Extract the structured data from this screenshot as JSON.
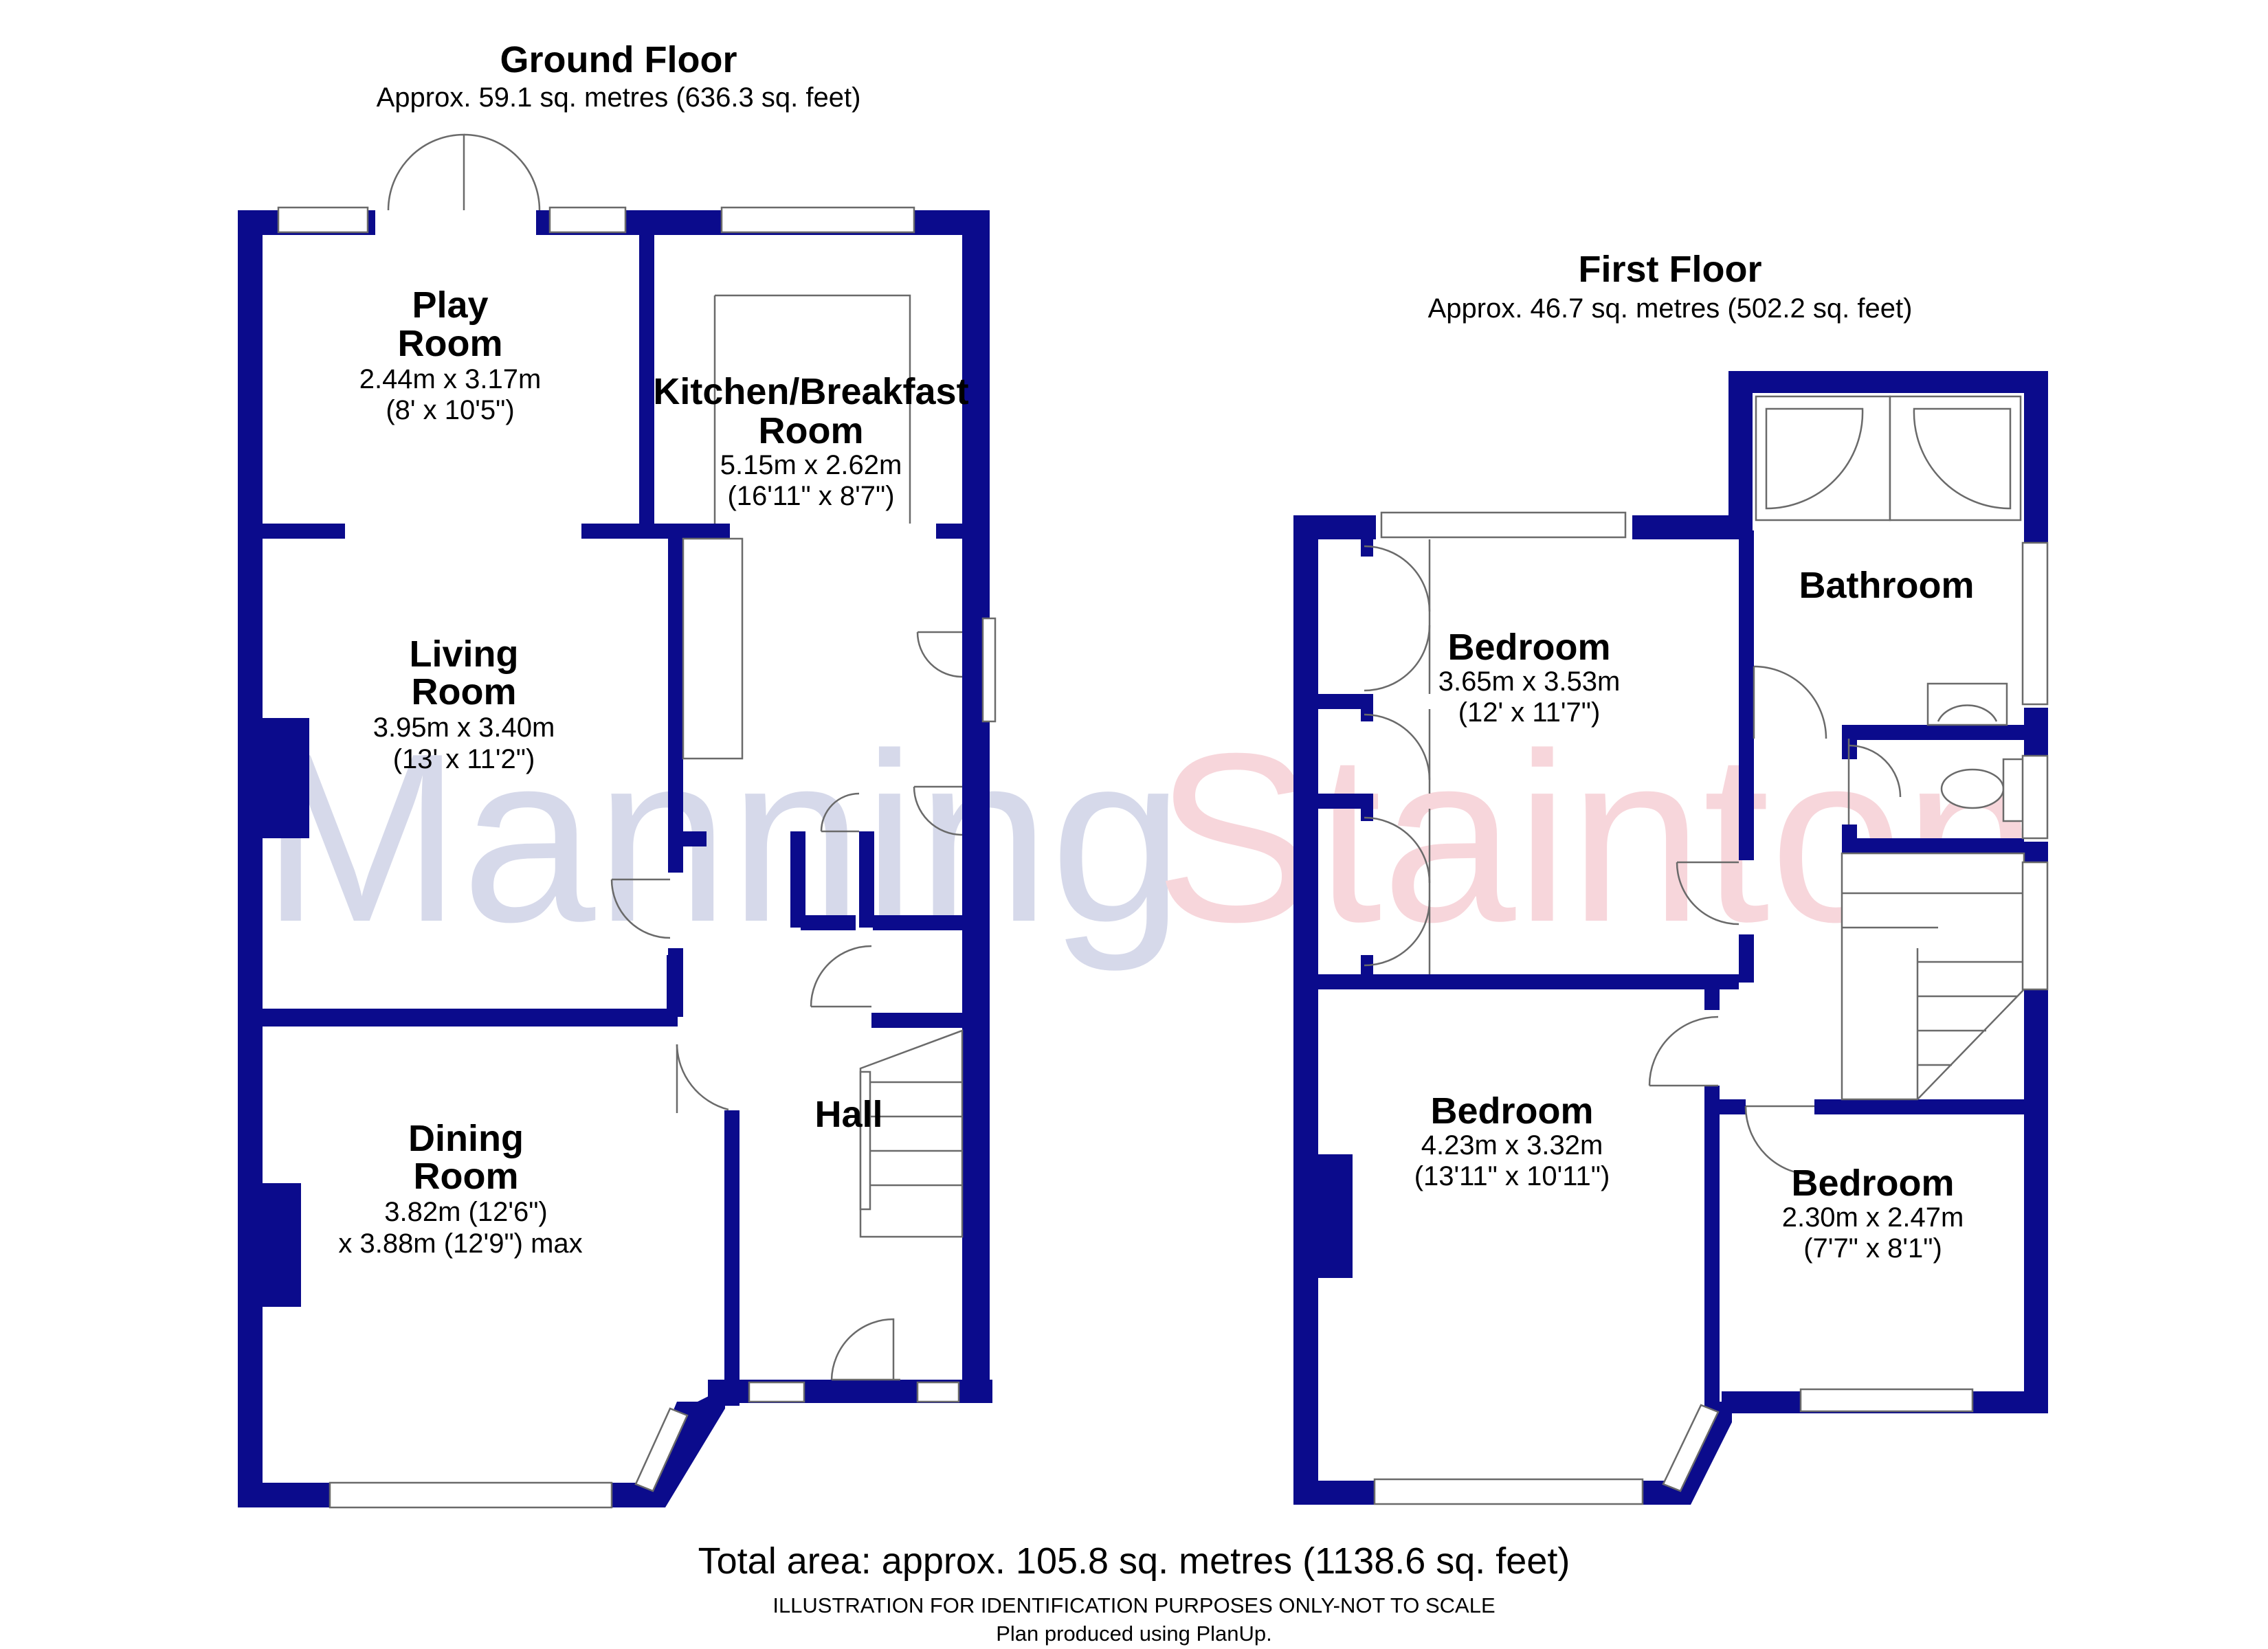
{
  "ground_floor": {
    "title": "Ground Floor",
    "area": "Approx. 59.1 sq. metres (636.3 sq. feet)",
    "rooms": {
      "play_room": {
        "name_1": "Play",
        "name_2": "Room",
        "dim_1": "2.44m x 3.17m",
        "dim_2": "(8' x 10'5\")"
      },
      "kitchen": {
        "name_1": "Kitchen/Breakfast",
        "name_2": "Room",
        "dim_1": "5.15m x 2.62m",
        "dim_2": "(16'11\" x 8'7\")"
      },
      "living_room": {
        "name_1": "Living",
        "name_2": "Room",
        "dim_1": "3.95m x 3.40m",
        "dim_2": "(13' x 11'2\")"
      },
      "dining_room": {
        "name_1": "Dining",
        "name_2": "Room",
        "dim_1": "3.82m (12'6\")",
        "dim_2": "x 3.88m (12'9\") max"
      },
      "hall": {
        "name_1": "Hall"
      }
    }
  },
  "first_floor": {
    "title": "First Floor",
    "area": "Approx. 46.7 sq. metres (502.2 sq. feet)",
    "rooms": {
      "bathroom": {
        "name_1": "Bathroom"
      },
      "bedroom_1": {
        "name_1": "Bedroom",
        "dim_1": "3.65m x 3.53m",
        "dim_2": "(12' x 11'7\")"
      },
      "bedroom_2": {
        "name_1": "Bedroom",
        "dim_1": "4.23m x 3.32m",
        "dim_2": "(13'11\" x 10'11\")"
      },
      "bedroom_3": {
        "name_1": "Bedroom",
        "dim_1": "2.30m x 2.47m",
        "dim_2": "(7'7\" x 8'1\")"
      }
    }
  },
  "watermark": {
    "part_1": "Manning",
    "part_2": "Stainton",
    "color_1": "#c9cde4",
    "color_2": "#f5c9cf"
  },
  "footer": {
    "total": "Total area: approx. 105.8 sq. metres (1138.6 sq. feet)",
    "disclaimer": "ILLUSTRATION FOR IDENTIFICATION PURPOSES ONLY-NOT TO SCALE",
    "produced": "Plan produced using PlanUp."
  },
  "colors": {
    "wall": "#0b0b8c"
  }
}
